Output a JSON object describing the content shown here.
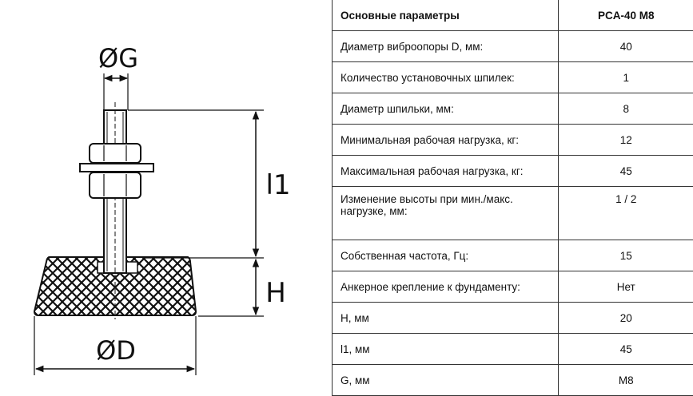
{
  "drawing": {
    "labels": {
      "g": "ØG",
      "l1": "l1",
      "h": "H",
      "d": "ØD"
    }
  },
  "table": {
    "header": {
      "param": "Основные параметры",
      "model": "PCA-40 M8"
    },
    "rows": [
      {
        "param": "Диаметр виброопоры D, мм:",
        "value": "40"
      },
      {
        "param": "Количество установочных шпилек:",
        "value": "1"
      },
      {
        "param": "Диаметр шпильки, мм:",
        "value": "8"
      },
      {
        "param": "Минимальная рабочая нагрузка, кг:",
        "value": "12"
      },
      {
        "param": "Максимальная рабочая нагрузка, кг:",
        "value": "45"
      },
      {
        "param": "Изменение высоты при мин./макс. нагрузке, мм:",
        "value": "1 / 2"
      },
      {
        "param": "Собственная частота, Гц:",
        "value": "15"
      },
      {
        "param": "Анкерное крепление к фундаменту:",
        "value": "Нет"
      },
      {
        "param": "H, мм",
        "value": "20"
      },
      {
        "param": "l1, мм",
        "value": "45"
      },
      {
        "param": "G, мм",
        "value": "M8"
      }
    ]
  }
}
